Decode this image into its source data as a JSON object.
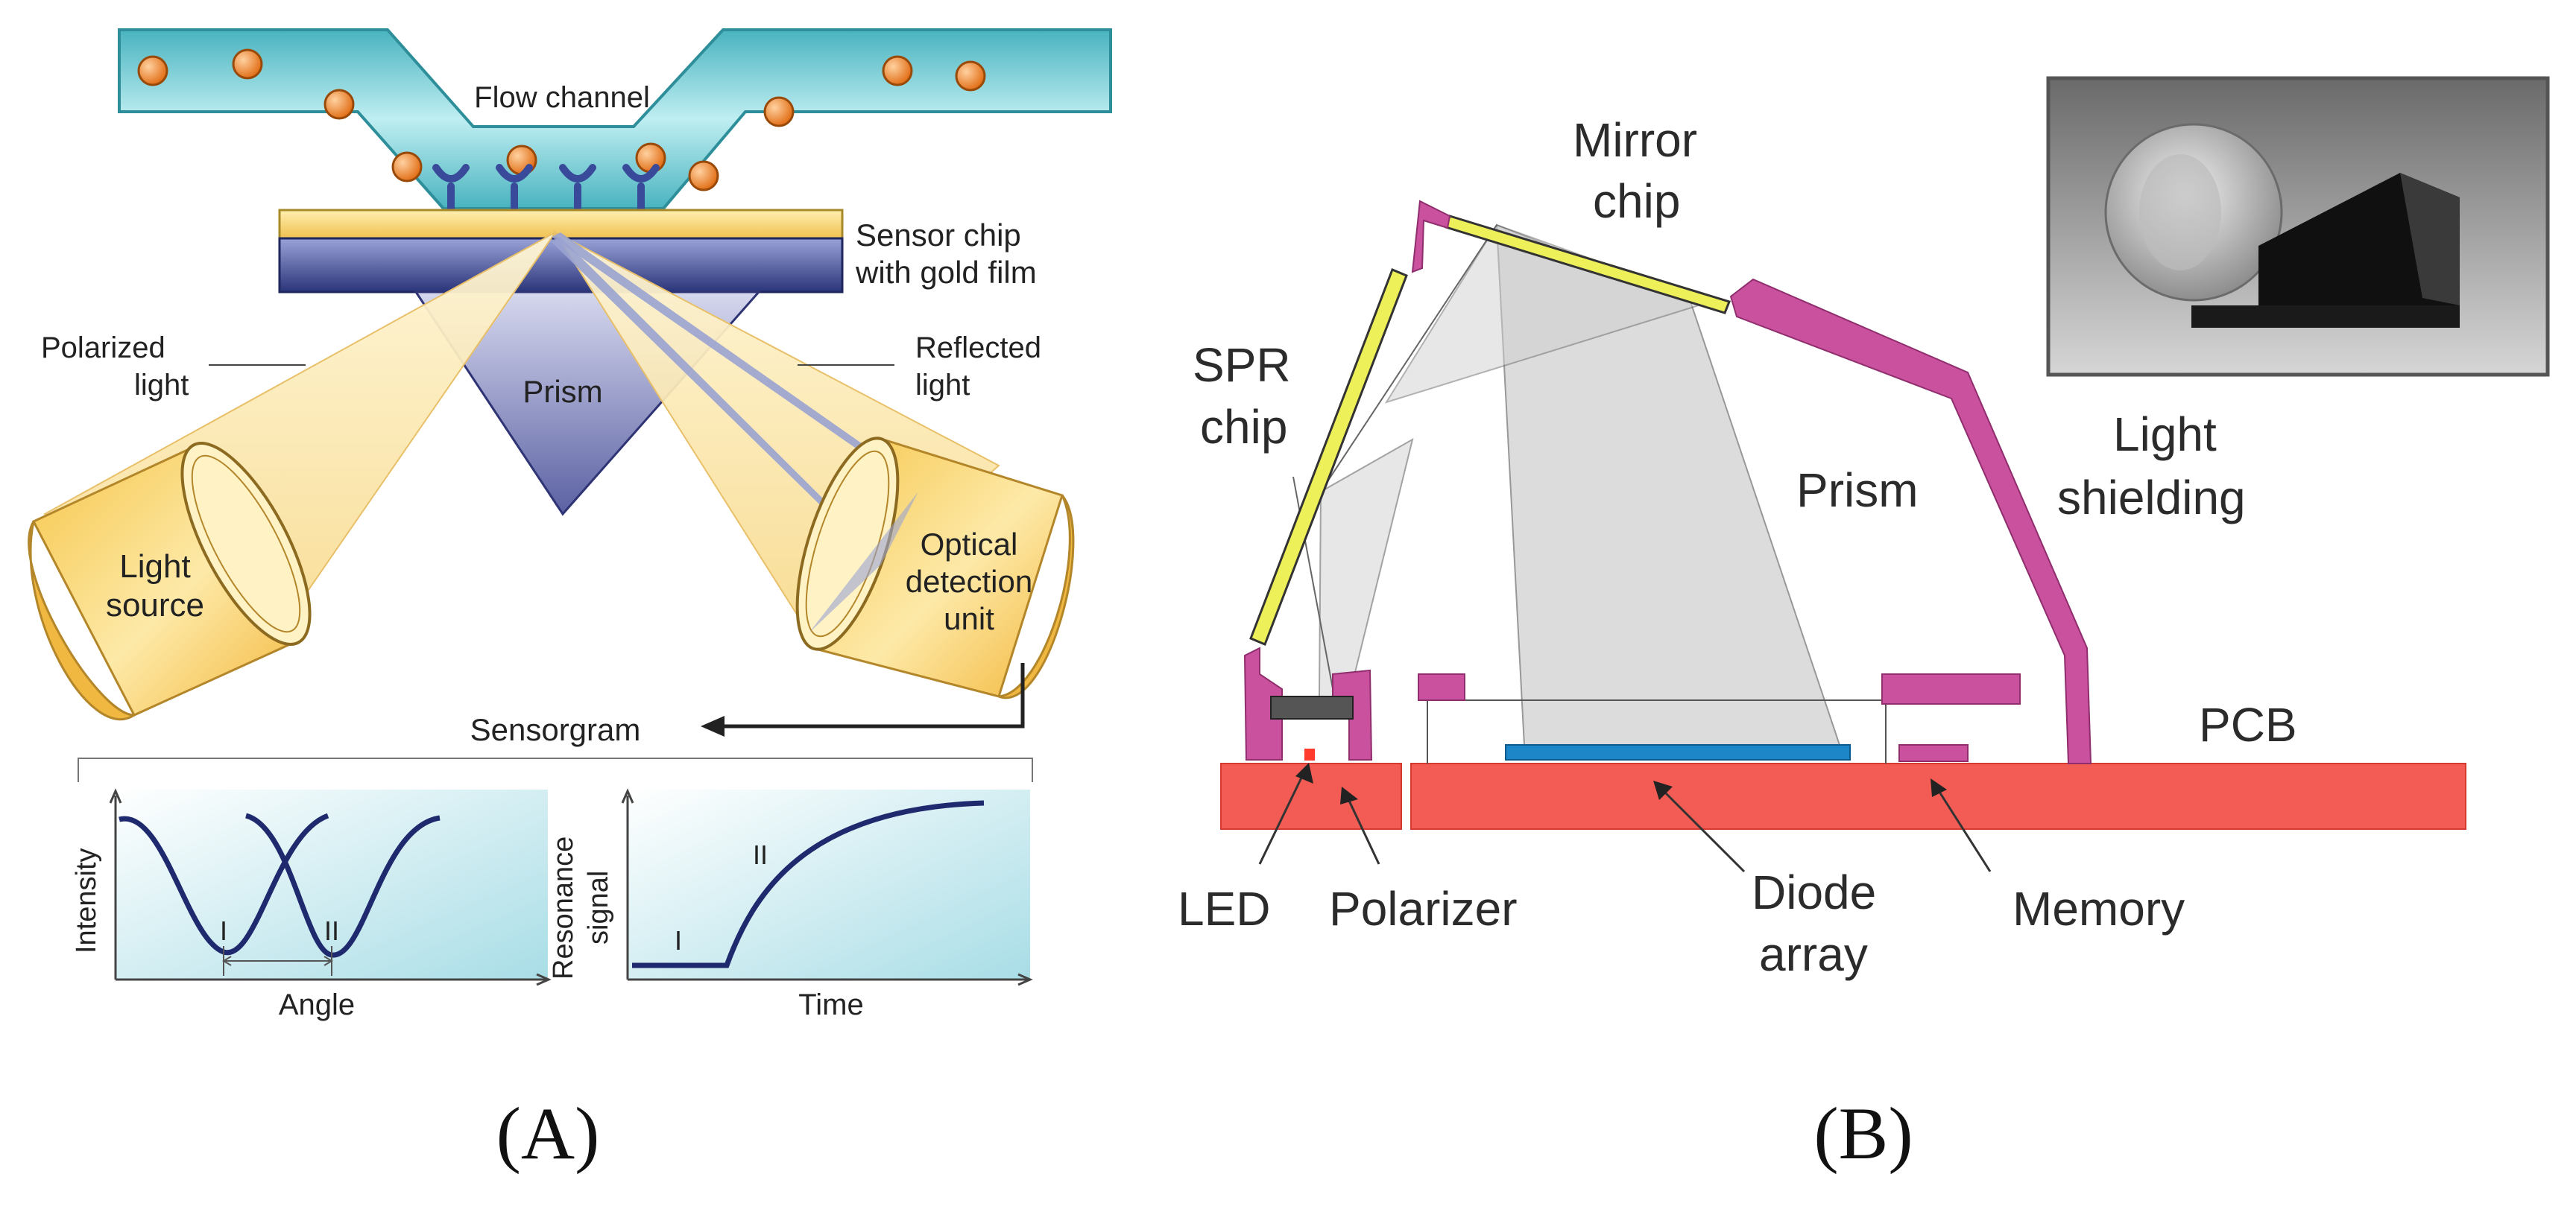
{
  "panel_a": {
    "panel_label": "(A)",
    "flow_channel": "Flow channel",
    "sensor_chip_line1": "Sensor chip",
    "sensor_chip_line2": "with gold film",
    "polarized_line1": "Polarized",
    "polarized_line2": "light",
    "reflected_line1": "Reflected",
    "reflected_line2": "light",
    "prism": "Prism",
    "light_source_line1": "Light",
    "light_source_line2": "source",
    "optical_line1": "Optical",
    "optical_line2": "detection",
    "optical_line3": "unit",
    "sensorgram": "Sensorgram",
    "plot_left": {
      "ylabel": "Intensity",
      "xlabel": "Angle",
      "mark_1": "I",
      "mark_2": "II"
    },
    "plot_right": {
      "ylabel_line1": "Resonance",
      "ylabel_line2": "signal",
      "xlabel": "Time",
      "mark_1": "I",
      "mark_2": "II"
    }
  },
  "panel_b": {
    "panel_label": "(B)",
    "mirror_line1": "Mirror",
    "mirror_line2": "chip",
    "spr_line1": "SPR",
    "spr_line2": "chip",
    "prism": "Prism",
    "shield_line1": "Light",
    "shield_line2": "shielding",
    "pcb": "PCB",
    "led": "LED",
    "polarizer": "Polarizer",
    "diode_line1": "Diode",
    "diode_line2": "array",
    "memory": "Memory"
  },
  "colors": {
    "channel": "#6cc6cf",
    "particle": "#f28a30",
    "gold": "#f6d27a",
    "chip_blue": "#3c4a8c",
    "prism_a": "#8a8fbf",
    "magenta": "#c9519e",
    "yellow": "#eef05a",
    "pcb": "#f25c54",
    "diode": "#1c86c8"
  }
}
